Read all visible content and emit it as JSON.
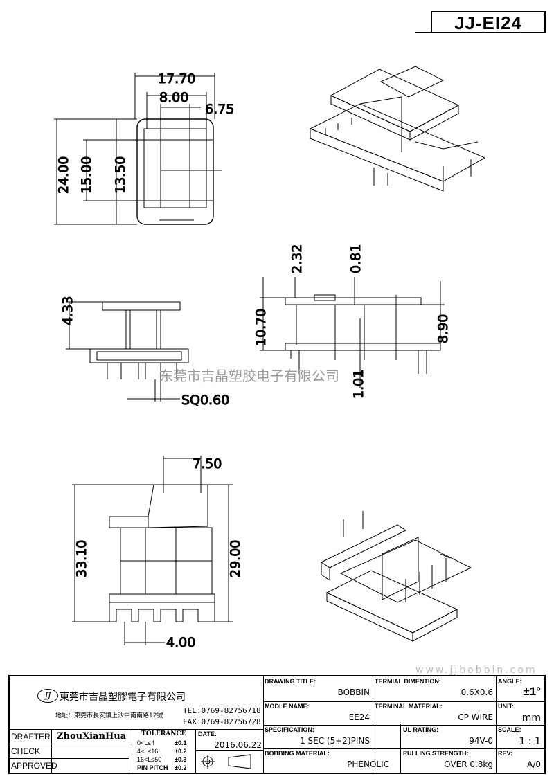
{
  "header": {
    "part_number": "JJ-EI24"
  },
  "dimensions": {
    "top_width": "17.70",
    "top_inner": "8.00",
    "top_right": "6.75",
    "height_total": "24.00",
    "height_mid": "15.00",
    "height_inner": "13.50",
    "side_height": "4.33",
    "pin": "SQ0.60",
    "front_a": "2.32",
    "front_b": "0.81",
    "front_height": "10.70",
    "front_right": "8.90",
    "front_base": "1.01",
    "bottom_top": "7.50",
    "bottom_height": "33.10",
    "bottom_inner": "29.00",
    "bottom_pitch": "4.00"
  },
  "watermark": {
    "cn": "东莞市吉晶塑胶电子有限公司",
    "url": "www.jjbobbin.com"
  },
  "company": {
    "logo": "JJ",
    "name": "東莞市吉晶塑膠電子有限公司",
    "address": "地址：東莞市長安鎮上沙中南南路12號",
    "tel": "TEL:0769-82756718",
    "fax": "FAX:0769-82756728"
  },
  "people": {
    "drafter_label": "DRAFTER",
    "drafter": "ZhouXianHua",
    "check_label": "CHECK",
    "approved_label": "APPROVED"
  },
  "tolerance": {
    "title": "TOLERANCE",
    "rows": [
      {
        "range": "0<L≤4",
        "tol": "±0.1"
      },
      {
        "range": "4<L≤16",
        "tol": "±0.2"
      },
      {
        "range": "16<L≤50",
        "tol": "±0.3"
      },
      {
        "range": "PIN PITCH",
        "tol": "±0.2"
      }
    ]
  },
  "date": {
    "label": "DATE:",
    "value": "2016.06.22"
  },
  "fields": {
    "drawing_title_label": "DRAWING TITLE:",
    "drawing_title": "BOBBIN",
    "terminal_dim_label": "TERMIAL DIMENTION:",
    "terminal_dim": "0.6X0.6",
    "angle_label": "ANGLE:",
    "angle": "±1°",
    "model_label": "MODLE NAME:",
    "model": "EE24",
    "terminal_mat_label": "TERMINAL MATERIAL:",
    "terminal_mat": "CP WIRE",
    "unit_label": "UNIT:",
    "unit": "mm",
    "spec_label": "SPECIFICATION:",
    "spec": "1 SEC (5+2)PINS",
    "ul_label": "UL RATING:",
    "ul": "94V-0",
    "scale_label": "SCALE:",
    "scale": "1 : 1",
    "bobbin_mat_label": "BOBBING MATERIAL:",
    "bobbin_mat": "PHENOLIC",
    "pull_label": "PULLING STRENGTH:",
    "pull": "OVER 0.8kg",
    "rev_label": "REV:",
    "rev": "A/0"
  }
}
